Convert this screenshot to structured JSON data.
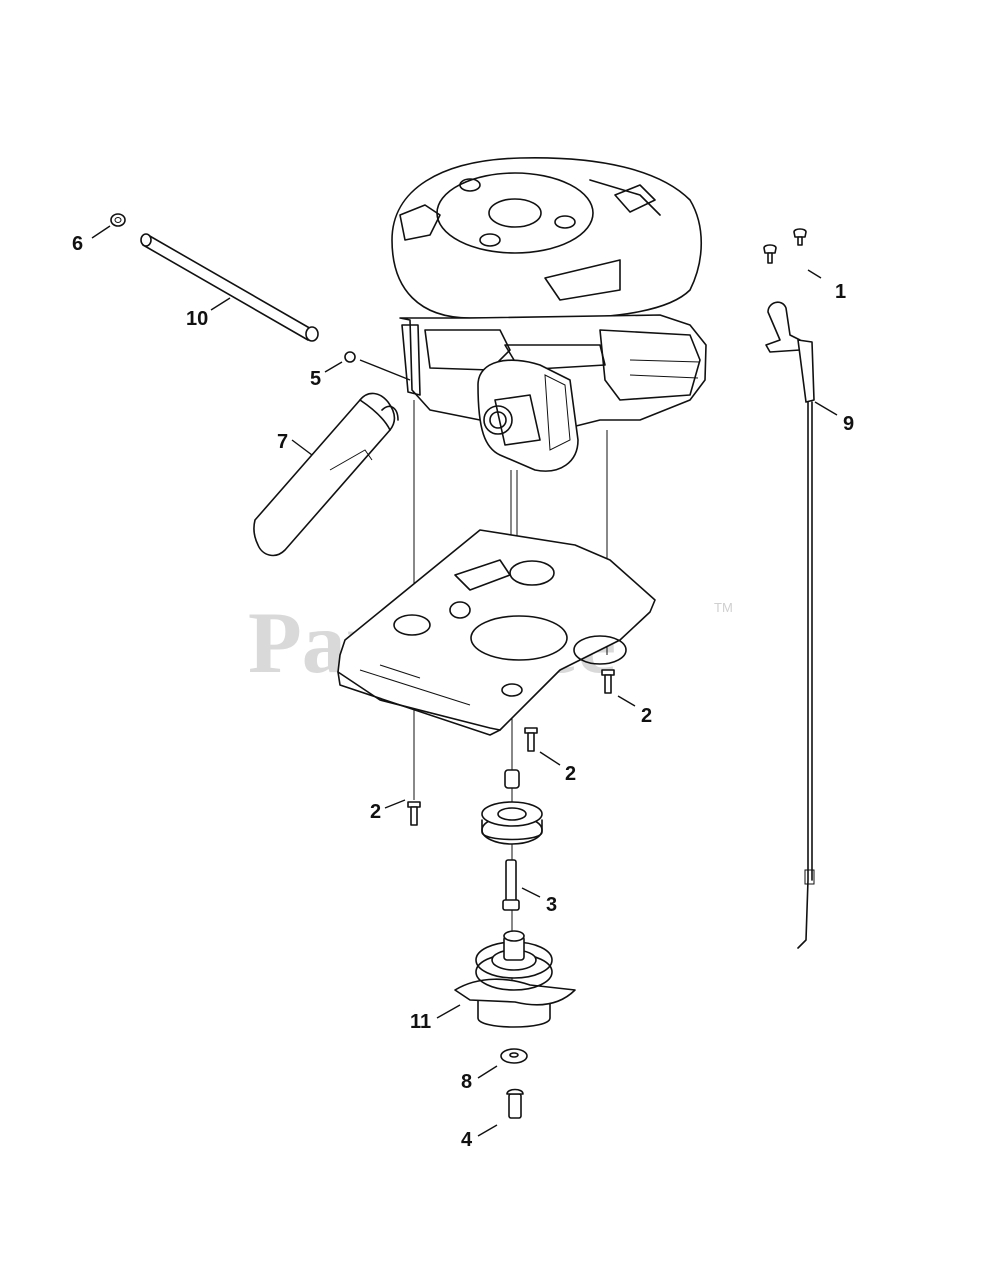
{
  "watermark": {
    "text": "PartsTree",
    "trademark": "TM"
  },
  "callouts": [
    {
      "id": "1",
      "label": "1"
    },
    {
      "id": "2a",
      "label": "2"
    },
    {
      "id": "2b",
      "label": "2"
    },
    {
      "id": "2c",
      "label": "2"
    },
    {
      "id": "3",
      "label": "3"
    },
    {
      "id": "4",
      "label": "4"
    },
    {
      "id": "5",
      "label": "5"
    },
    {
      "id": "6",
      "label": "6"
    },
    {
      "id": "7",
      "label": "7"
    },
    {
      "id": "8",
      "label": "8"
    },
    {
      "id": "9",
      "label": "9"
    },
    {
      "id": "10",
      "label": "10"
    },
    {
      "id": "11",
      "label": "11"
    }
  ]
}
